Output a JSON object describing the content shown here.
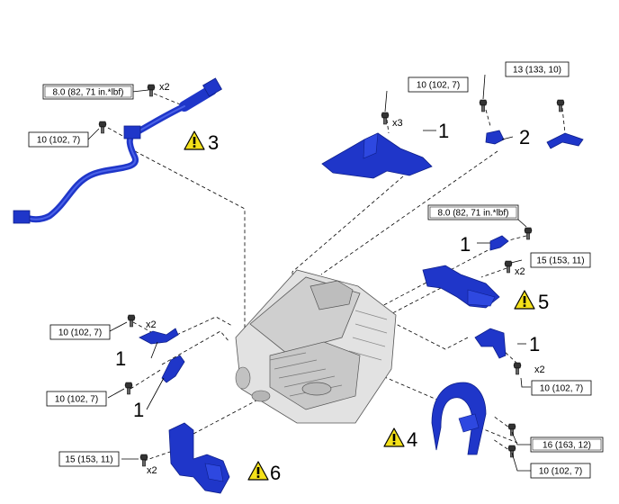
{
  "torque_specs": [
    "8.0 (82, 71 in.*lbf)",
    "10 (102, 7)",
    "10 (102, 7)",
    "13 (133, 10)",
    "8.0 (82, 71 in.*lbf)",
    "15 (153, 11)",
    "10 (102, 7)",
    "10 (102, 7)",
    "10 (102, 7)",
    "16 (163, 12)",
    "10 (102, 7)",
    "15 (153, 11)"
  ],
  "quantities": [
    "x2",
    "x3",
    "x2",
    "x2",
    "x2",
    "x2"
  ],
  "callouts": [
    "3",
    "1",
    "2",
    "1",
    "5",
    "1",
    "1",
    "1",
    "4",
    "6"
  ],
  "colors": {
    "part_blue": "#1f36c9",
    "part_blue_dark": "#0e1f8a",
    "caution_yellow": "#f4e11a",
    "inverter_gray": "#d9d9d9"
  },
  "icons": {
    "caution": "caution-triangle-icon",
    "bolt": "bolt-icon"
  }
}
